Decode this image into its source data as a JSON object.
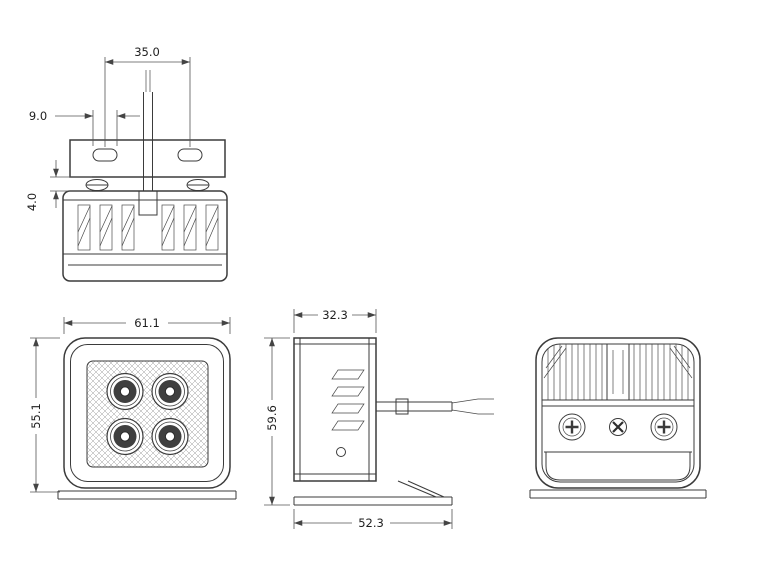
{
  "drawing": {
    "style": {
      "line_color": "#3b3b3b",
      "background": "#ffffff"
    },
    "dimensions": {
      "top_view": {
        "slot_spacing": "35.0",
        "slot_width": "9.0",
        "plate_thickness": "4.0"
      },
      "front_view": {
        "width": "61.1",
        "height": "55.1"
      },
      "side_view": {
        "depth": "32.3",
        "height": "59.6",
        "bracket_length": "52.3"
      }
    }
  }
}
